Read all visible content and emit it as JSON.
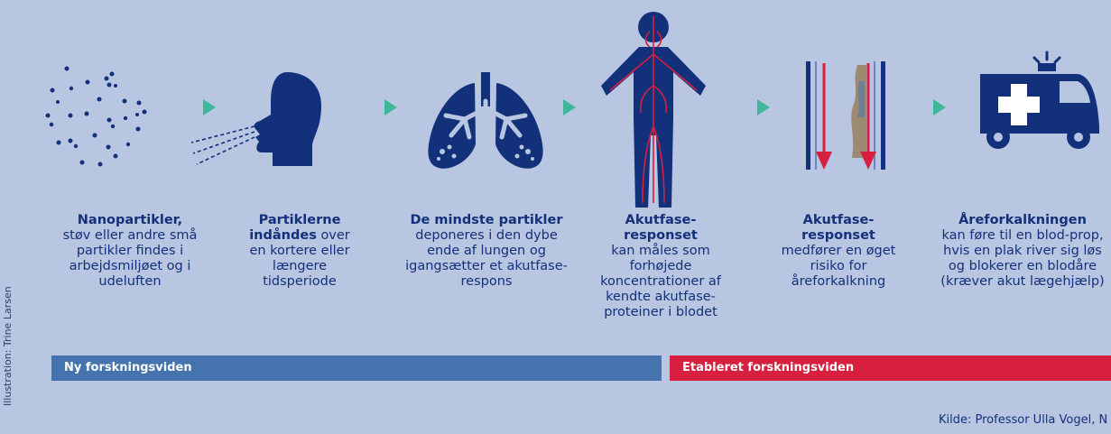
{
  "credit": "Illustration: Trine Larsen",
  "steps": [
    {
      "bold": "Nanopartikler,",
      "text": "støv eller andre små partikler findes i arbejdsmiljøet og i udeluften"
    },
    {
      "bold": "Partiklerne indåndes",
      "text": "over en kortere eller længere tidsperiode"
    },
    {
      "bold": "De mindste partikler",
      "text": "deponeres i den dybe ende af lungen og igangsætter et akutfase-respons"
    },
    {
      "bold": "Akutfase-responset",
      "text": "kan måles som forhøjede koncentrationer af kendte akutfase-proteiner i blodet"
    },
    {
      "bold": "Akutfase-responset",
      "text": "medfører en øget risiko for åreforkalkning"
    },
    {
      "bold": "Åreforkalkningen",
      "text": "kan føre til en blod-prop, hvis en plak river sig løs og blokerer en blodåre (kræver akut lægehjælp)"
    }
  ],
  "bars": {
    "new": "Ny forskningsviden",
    "established": "Etableret forskningsviden"
  },
  "source": "Kilde: Professor Ulla Vogel, N",
  "colors": {
    "background": "#b8c6e2",
    "navy": "#13307a",
    "blue_bar": "#4573ad",
    "red": "#d7203f",
    "arrow": "#3fb89a"
  }
}
